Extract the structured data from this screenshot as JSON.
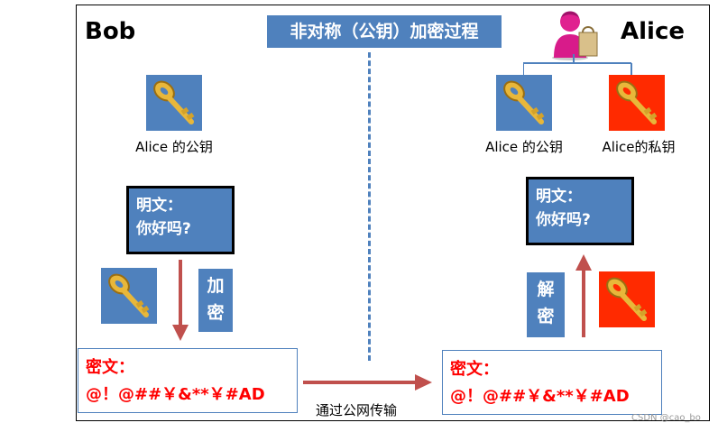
{
  "header": {
    "title": "非对称（公钥）加密过程"
  },
  "bob": {
    "name": "Bob",
    "public_key_label": "Alice 的公钥"
  },
  "alice": {
    "name": "Alice",
    "public_key_label": "Alice 的公钥",
    "private_key_label": "Alice的私钥"
  },
  "plaintext": {
    "line1": "明文：",
    "line2": "你好吗?"
  },
  "ciphertext": {
    "line1": "密文：",
    "line2": "@！@##￥&**￥#AD"
  },
  "actions": {
    "encrypt_char1": "加",
    "encrypt_char2": "密",
    "decrypt_char1": "解",
    "decrypt_char2": "密"
  },
  "transfer_label": "通过公网传输",
  "watermark": "CSDN @cao_bo",
  "colors": {
    "accent_blue": "#4f81bd",
    "private_key_red": "#ff2a00",
    "arrow_red": "#c0504d",
    "cipher_text": "#ff0000"
  }
}
